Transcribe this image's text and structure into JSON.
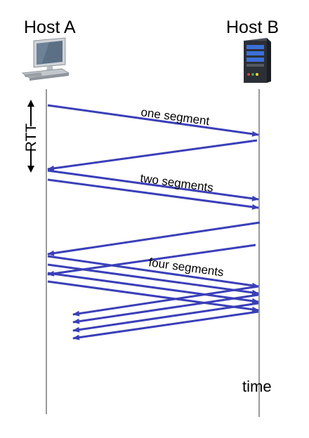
{
  "hosts": {
    "a_label": "Host A",
    "b_label": "Host B"
  },
  "labels": {
    "rtt": "RTT",
    "one_segment": "one segment",
    "two_segments": "two segments",
    "four_segments": "four segments",
    "time": "time"
  },
  "colors": {
    "arrow": "#3a3fb8",
    "timeline": "#9a9a9a",
    "text": "#000000",
    "server_body": "#2b2f36",
    "server_light_blue": "#3b6fd6",
    "monitor_screen": "#5b6f85",
    "monitor_frame": "#cfd3d8"
  },
  "icons": {
    "host_a": "desktop-computer-icon",
    "host_b": "server-tower-icon"
  }
}
